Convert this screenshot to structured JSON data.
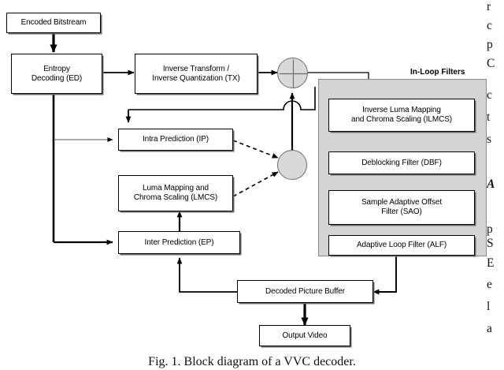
{
  "figure": {
    "caption": "Fig. 1.  Block diagram of a VVC decoder.",
    "title": "Block diagram of a VVC decoder"
  },
  "colors": {
    "box_fill": "#ffffff",
    "box_stroke": "#000000",
    "panel_fill": "#d4d4d4",
    "panel_stroke": "#8a8a8a",
    "circle_fill": "#d9d9d9",
    "circle_stroke": "#6e6e6e",
    "wire": "#000000",
    "wire_light": "#555555"
  },
  "blocks": {
    "encoded_bitstream": {
      "label": "Encoded Bitstream"
    },
    "entropy_decoding": {
      "line1": "Entropy",
      "line2": "Decoding (ED)"
    },
    "inverse_transform": {
      "line1": "Inverse Transform /",
      "line2": "Inverse Quantization (TX)"
    },
    "intra_prediction": {
      "label": "Intra Prediction (IP)"
    },
    "lmcs": {
      "line1": "Luma Mapping and",
      "line2": "Chroma Scaling (LMCS)"
    },
    "inter_prediction": {
      "label": "Inter Prediction (EP)"
    },
    "decoded_picture_buffer": {
      "label": "Decoded Picture Buffer"
    },
    "output_video": {
      "label": "Output Video"
    },
    "ilmcs": {
      "line1": "Inverse Luma Mapping",
      "line2": "and Chroma Scaling (ILMCS)"
    },
    "dbf": {
      "label": "Deblocking Filter (DBF)"
    },
    "sao": {
      "line1": "Sample Adaptive Offset",
      "line2": "Filter (SAO)"
    },
    "alf": {
      "label": "Adaptive Loop Filter (ALF)"
    }
  },
  "panel": {
    "inloop_label": "In-Loop Filters"
  },
  "nodes": {
    "adder": {
      "name": "summation-node"
    },
    "selector": {
      "name": "prediction-selector-node"
    }
  },
  "body_column_right": {
    "lines_top": [
      "r",
      "c",
      "p",
      "C",
      "c",
      "t",
      "s"
    ],
    "heading": "A",
    "lines_bottom": [
      "p",
      "S",
      "E",
      "e",
      "l",
      "a"
    ]
  }
}
